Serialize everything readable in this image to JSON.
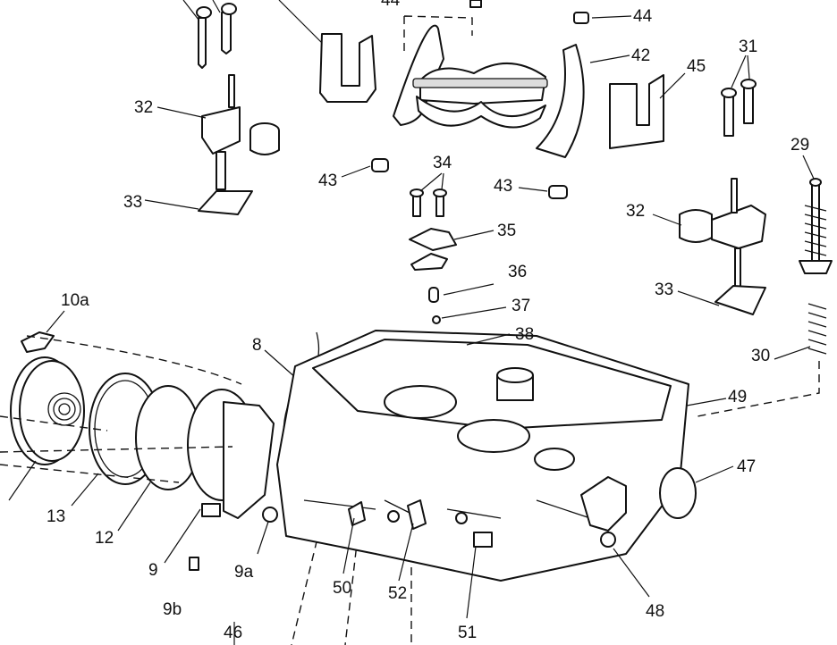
{
  "labels": {
    "p44": "44",
    "p42": "42",
    "p45": "45",
    "p31": "31",
    "p32a": "32",
    "p32b": "32",
    "p33a": "33",
    "p33b": "33",
    "p43a": "43",
    "p43b": "43",
    "p34": "34",
    "p35": "35",
    "p36": "36",
    "p37": "37",
    "p38": "38",
    "p29": "29",
    "p30": "30",
    "p10a": "10a",
    "p8": "8",
    "p49": "49",
    "p47": "47",
    "p13": "13",
    "p12": "12",
    "p9": "9",
    "p9a": "9a",
    "p9b": "9b",
    "p50": "50",
    "p52": "52",
    "p51": "51",
    "p48": "48",
    "p46": "46"
  }
}
